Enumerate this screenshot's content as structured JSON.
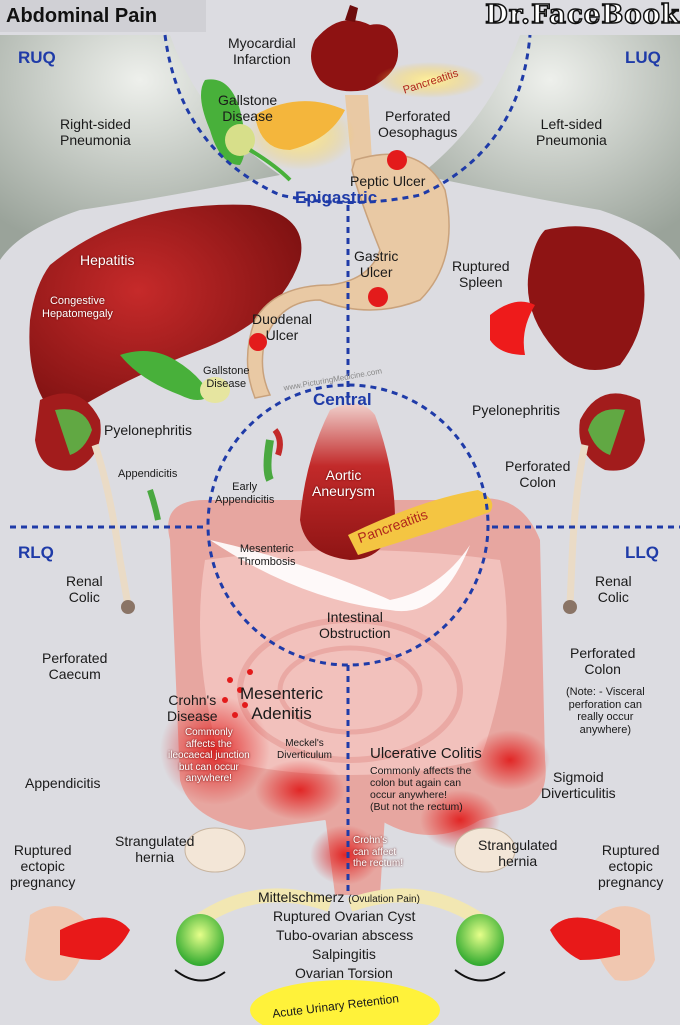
{
  "header": {
    "title": "Abdominal Pain",
    "brand": "Dr.FaceBook"
  },
  "quadrants": {
    "ruq": "RUQ",
    "luq": "LUQ",
    "rlq": "RLQ",
    "llq": "LLQ"
  },
  "regions": {
    "epigastric": "Epigastric",
    "central": "Central"
  },
  "watermark": "www.PicturingMedicine.com",
  "labels": {
    "myocardial_infarction": "Myocardial\nInfarction",
    "pancreatitis_top": "Pancreatitis",
    "gallstone_disease_top": "Gallstone\nDisease",
    "perforated_oesophagus": "Perforated\nOesophagus",
    "right_pneumonia": "Right-sided\nPneumonia",
    "left_pneumonia": "Left-sided\nPneumonia",
    "peptic_ulcer": "Peptic Ulcer",
    "hepatitis": "Hepatitis",
    "congestive_hepatomegaly": "Congestive\nHepatomegaly",
    "gastric_ulcer": "Gastric\nUlcer",
    "ruptured_spleen": "Ruptured\nSpleen",
    "duodenal_ulcer": "Duodenal\nUlcer",
    "gallstone_disease_mid": "Gallstone\nDisease",
    "pyelonephritis_right": "Pyelonephritis",
    "pyelonephritis_left": "Pyelonephritis",
    "appendicitis_upper": "Appendicitis",
    "early_appendicitis": "Early\nAppendicitis",
    "aortic_aneurysm": "Aortic\nAneurysm",
    "perforated_colon_upper": "Perforated\nColon",
    "pancreatitis_central": "Pancreatitis",
    "mesenteric_thrombosis": "Mesenteric\nThrombosis",
    "renal_colic_right": "Renal\nColic",
    "renal_colic_left": "Renal\nColic",
    "intestinal_obstruction": "Intestinal\nObstruction",
    "perforated_caecum": "Perforated\nCaecum",
    "perforated_colon_lower": "Perforated\nColon",
    "perforated_colon_note": "(Note: - Visceral\nperforation can\nreally occur\nanywhere)",
    "crohns_disease": "Crohn's\nDisease",
    "crohns_note": "Commonly\naffects the\nileocaecal junction\nbut can occur\nanywhere!",
    "mesenteric_adenitis": "Mesenteric\nAdenitis",
    "meckels": "Meckel's\nDiverticulum",
    "ulcerative_colitis": "Ulcerative Colitis",
    "uc_note": "Commonly affects the\ncolon but again can\noccur anywhere!\n(But not the rectum)",
    "appendicitis_lower": "Appendicitis",
    "sigmoid_diverticulitis": "Sigmoid\nDiverticulitis",
    "crohns_rectum": "Crohn's\ncan affect\nthe rectum!",
    "strangulated_hernia_right": "Strangulated\nhernia",
    "strangulated_hernia_left": "Strangulated\nhernia",
    "ectopic_right": "Ruptured\nectopic\npregnancy",
    "ectopic_left": "Ruptured\nectopic\npregnancy",
    "mittelschmerz": "Mittelschmerz",
    "mittelschmerz_note": "(Ovulation Pain)",
    "ovarian_cyst": "Ruptured Ovarian Cyst",
    "tubo_ovarian": "Tubo-ovarian abscess",
    "salpingitis": "Salpingitis",
    "ovarian_torsion": "Ovarian Torsion",
    "urinary_retention": "Acute Urinary Retention"
  },
  "colors": {
    "blue_line": "#1f3ba8",
    "organ_red": "#a51e1e",
    "bowel_pink": "#e8a9a4",
    "stomach_tan": "#e9c9a4",
    "lung_grey": "#b9bfb8",
    "pancreas_yellow": "#f4c542"
  }
}
